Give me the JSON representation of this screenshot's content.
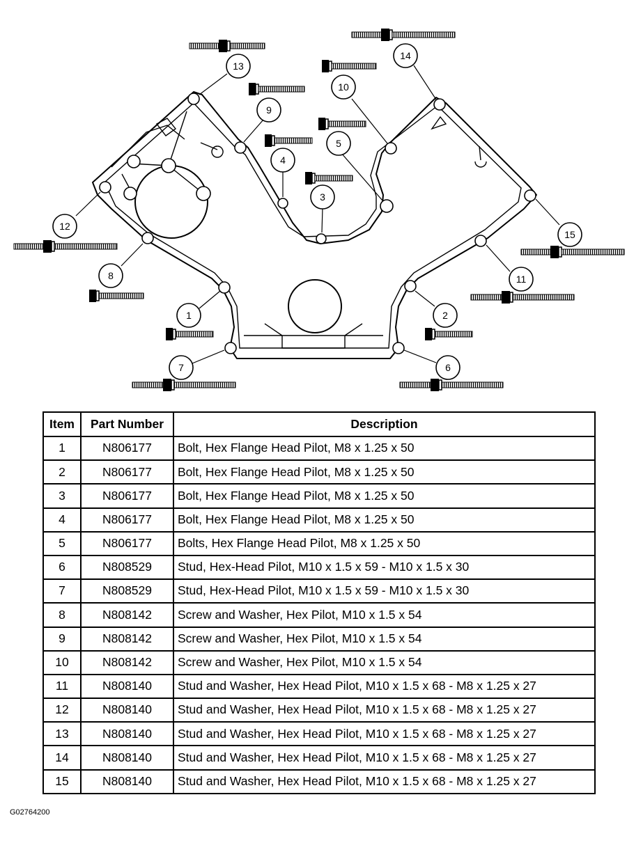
{
  "figure_id": "G02764200",
  "callouts": [
    "1",
    "2",
    "3",
    "4",
    "5",
    "6",
    "7",
    "8",
    "9",
    "10",
    "11",
    "12",
    "13",
    "14",
    "15"
  ],
  "table": {
    "headers": {
      "item": "Item",
      "part_number": "Part Number",
      "description": "Description"
    },
    "rows": [
      {
        "item": "1",
        "part_number": "N806177",
        "description": "Bolt, Hex Flange Head Pilot, M8 x 1.25 x 50"
      },
      {
        "item": "2",
        "part_number": "N806177",
        "description": "Bolt, Hex Flange Head Pilot, M8 x 1.25 x 50"
      },
      {
        "item": "3",
        "part_number": "N806177",
        "description": "Bolt, Hex Flange Head Pilot, M8 x 1.25 x 50"
      },
      {
        "item": "4",
        "part_number": "N806177",
        "description": "Bolt, Hex Flange Head Pilot, M8 x 1.25 x 50"
      },
      {
        "item": "5",
        "part_number": "N806177",
        "description": "Bolts, Hex Flange Head Pilot, M8 x 1.25 x 50"
      },
      {
        "item": "6",
        "part_number": "N808529",
        "description": "Stud, Hex-Head Pilot, M10 x 1.5 x 59 - M10 x 1.5 x 30"
      },
      {
        "item": "7",
        "part_number": "N808529",
        "description": "Stud, Hex-Head Pilot, M10 x 1.5 x 59 - M10 x 1.5 x 30"
      },
      {
        "item": "8",
        "part_number": "N808142",
        "description": "Screw and Washer, Hex Pilot, M10 x 1.5 x 54"
      },
      {
        "item": "9",
        "part_number": "N808142",
        "description": "Screw and Washer, Hex Pilot, M10 x 1.5 x 54"
      },
      {
        "item": "10",
        "part_number": "N808142",
        "description": "Screw and Washer, Hex Pilot, M10 x 1.5 x 54"
      },
      {
        "item": "11",
        "part_number": "N808140",
        "description": "Stud and Washer, Hex Head Pilot, M10 x 1.5 x 68 - M8 x 1.25 x 27"
      },
      {
        "item": "12",
        "part_number": "N808140",
        "description": "Stud and Washer, Hex Head Pilot, M10 x 1.5 x 68 - M8 x 1.25 x 27"
      },
      {
        "item": "13",
        "part_number": "N808140",
        "description": "Stud and Washer, Hex Head Pilot, M10 x 1.5 x 68 - M8 x 1.25 x 27"
      },
      {
        "item": "14",
        "part_number": "N808140",
        "description": "Stud and Washer, Hex Head Pilot, M10 x 1.5 x 68 - M8 x 1.25 x 27"
      },
      {
        "item": "15",
        "part_number": "N808140",
        "description": "Stud and Washer, Hex Head Pilot, M10 x 1.5 x 68 - M8 x 1.25 x 27"
      }
    ]
  }
}
